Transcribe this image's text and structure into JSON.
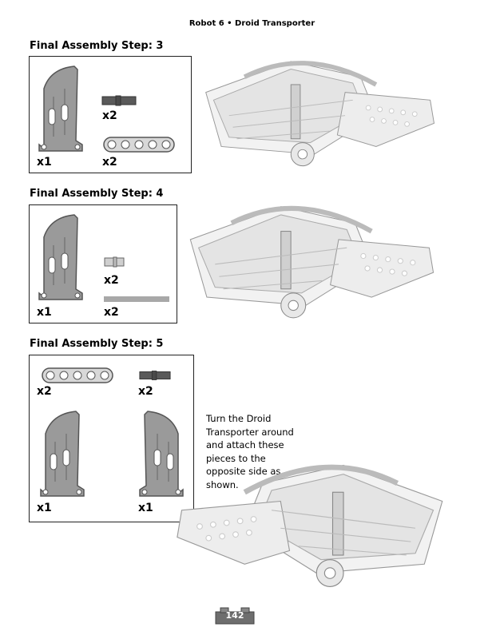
{
  "header": "Robot 6 • Droid Transporter",
  "steps": [
    {
      "title": "Final Assembly Step: 3",
      "items": [
        {
          "qty": "x1",
          "part": "panel"
        },
        {
          "qty": "x2",
          "part": "axle-pin"
        },
        {
          "qty": "x2",
          "part": "beam-5"
        }
      ]
    },
    {
      "title": "Final Assembly Step: 4",
      "items": [
        {
          "qty": "x1",
          "part": "panel"
        },
        {
          "qty": "x2",
          "part": "bushing"
        },
        {
          "qty": "x2",
          "part": "axle-long"
        }
      ]
    },
    {
      "title": "Final Assembly Step: 5",
      "items": [
        {
          "qty": "x2",
          "part": "beam-5"
        },
        {
          "qty": "x2",
          "part": "axle-pin"
        },
        {
          "qty": "x1",
          "part": "panel"
        },
        {
          "qty": "x1",
          "part": "panel-mirrored"
        }
      ]
    }
  ],
  "instruction": "Turn the Droid Transporter around and attach these pieces to the opposite side as shown.",
  "page_number": "142"
}
